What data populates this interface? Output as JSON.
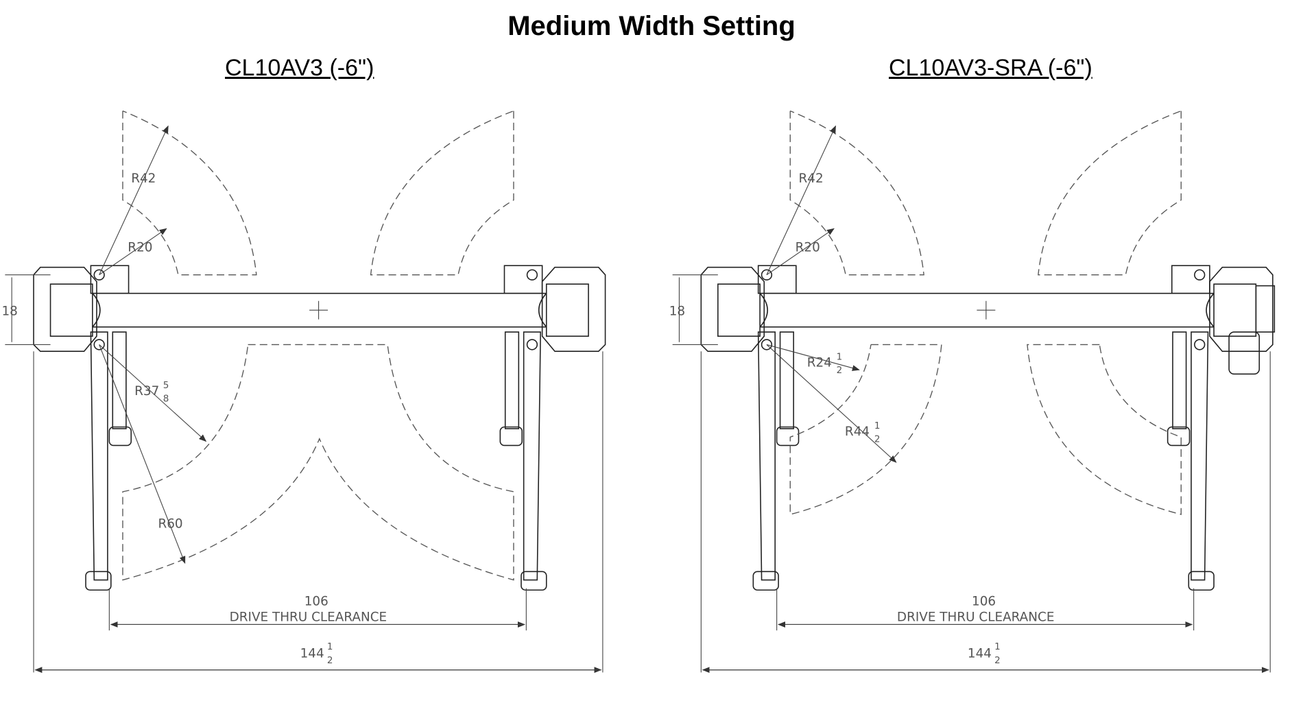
{
  "title": "Medium Width Setting",
  "left": {
    "model": "CL10AV3 (-6\")",
    "labels": {
      "r42": "R42",
      "r20": "R20",
      "r37": "R37",
      "r37_num": "5",
      "r37_den": "8",
      "r60": "R60",
      "height": "18",
      "drive_value": "106",
      "drive_label": "DRIVE THRU CLEARANCE",
      "overall": "144",
      "overall_num": "1",
      "overall_den": "2"
    }
  },
  "right": {
    "model": "CL10AV3-SRA (-6\")",
    "labels": {
      "r42": "R42",
      "r20": "R20",
      "r24": "R24",
      "r24_num": "1",
      "r24_den": "2",
      "r44": "R44",
      "r44_num": "1",
      "r44_den": "2",
      "height": "18",
      "drive_value": "106",
      "drive_label": "DRIVE THRU CLEARANCE",
      "overall": "144",
      "overall_num": "1",
      "overall_den": "2"
    }
  }
}
